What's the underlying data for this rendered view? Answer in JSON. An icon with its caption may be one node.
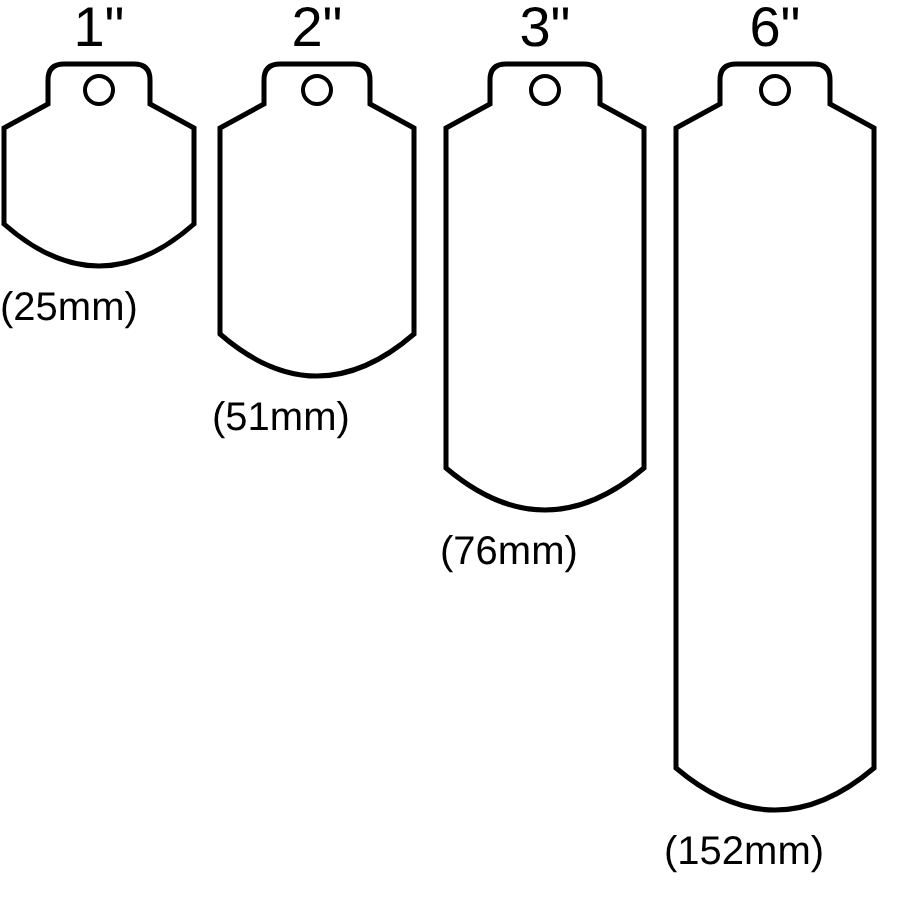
{
  "diagram": {
    "labels": [
      "1\"",
      "2\"",
      "3\"",
      "6\"",
      "(25mm)",
      "(51mm)",
      "(76mm)",
      "(152mm)"
    ]
  }
}
